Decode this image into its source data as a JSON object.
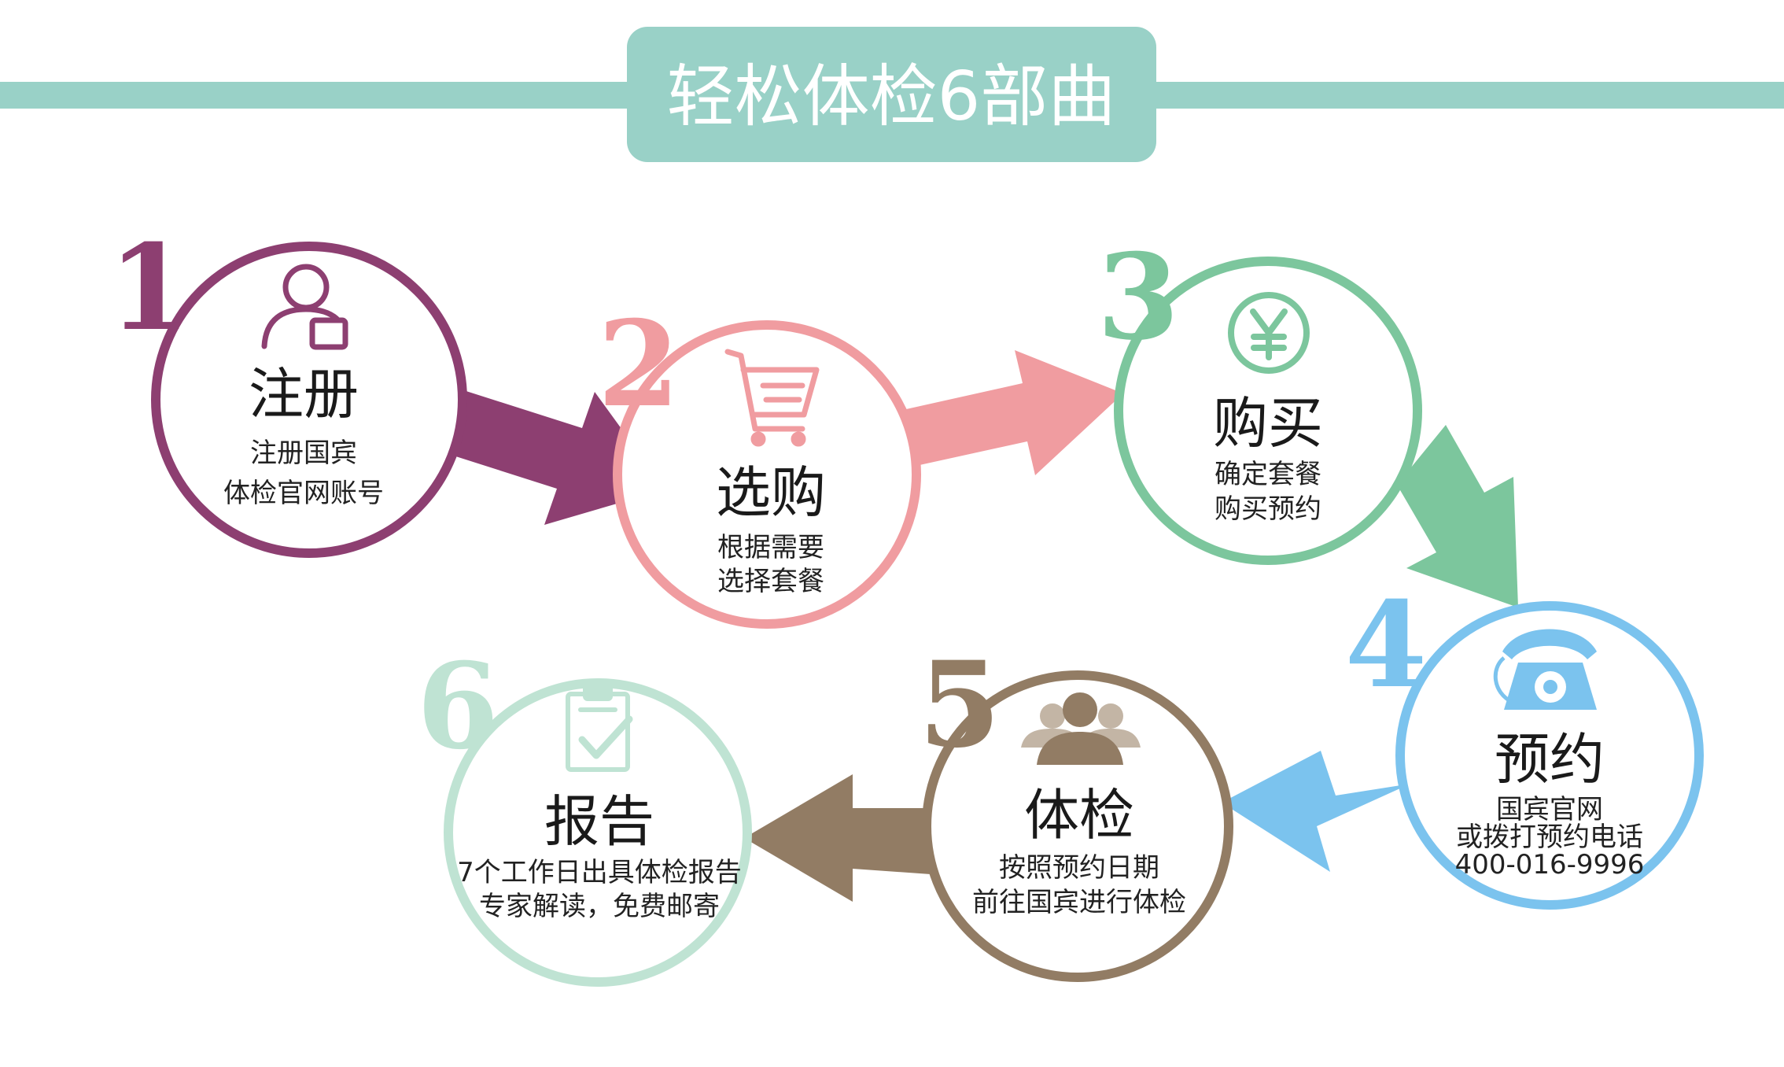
{
  "header": {
    "title": "轻松体检6部曲"
  },
  "colors": {
    "header_bar": "#99d1c7",
    "step1": "#8d3f71",
    "step2": "#f09ca0",
    "step3": "#7cc69d",
    "step4": "#7bc3ee",
    "step5": "#927c64",
    "step6": "#bfe3d3"
  },
  "steps": [
    {
      "number": "1",
      "title": "注册",
      "lines": [
        "注册国宾",
        "体检官网账号"
      ],
      "icon": "user-card-icon"
    },
    {
      "number": "2",
      "title": "选购",
      "lines": [
        "根据需要",
        "选择套餐"
      ],
      "icon": "shopping-cart-icon"
    },
    {
      "number": "3",
      "title": "购买",
      "lines": [
        "确定套餐",
        "购买预约"
      ],
      "icon": "yen-coin-icon"
    },
    {
      "number": "4",
      "title": "预约",
      "lines": [
        "国宾官网",
        "或拨打预约电话",
        "400-016-9996"
      ],
      "icon": "telephone-icon"
    },
    {
      "number": "5",
      "title": "体检",
      "lines": [
        "按照预约日期",
        "前往国宾进行体检"
      ],
      "icon": "people-group-icon"
    },
    {
      "number": "6",
      "title": "报告",
      "lines": [
        "7个工作日出具体检报告",
        "专家解读，免费邮寄"
      ],
      "icon": "clipboard-check-icon"
    }
  ]
}
